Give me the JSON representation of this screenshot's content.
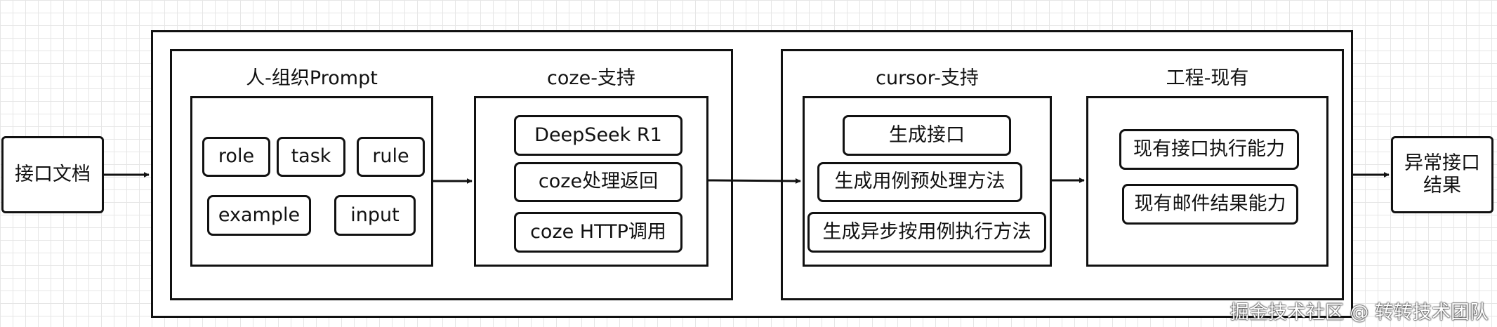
{
  "left_node": "接口文档",
  "right_node": {
    "line1": "异常接口",
    "line2": "结果"
  },
  "groups": {
    "prompt": {
      "title": "人-组织Prompt",
      "items": [
        "role",
        "task",
        "rule",
        "example",
        "input"
      ]
    },
    "coze": {
      "title": "coze-支持",
      "items": [
        "DeepSeek R1",
        "coze处理返回",
        "coze HTTP调用"
      ]
    },
    "cursor": {
      "title": "cursor-支持",
      "items": [
        "生成接口",
        "生成用例预处理方法",
        "生成异步按用例执行方法"
      ]
    },
    "engineering": {
      "title": "工程-现有",
      "items": [
        "现有接口执行能力",
        "现有邮件结果能力"
      ]
    }
  },
  "watermark": "掘金技术社区 @ 转转技术团队",
  "colors": {
    "line": "#111111",
    "grid": "#e6e6e6",
    "background": "#ffffff"
  }
}
